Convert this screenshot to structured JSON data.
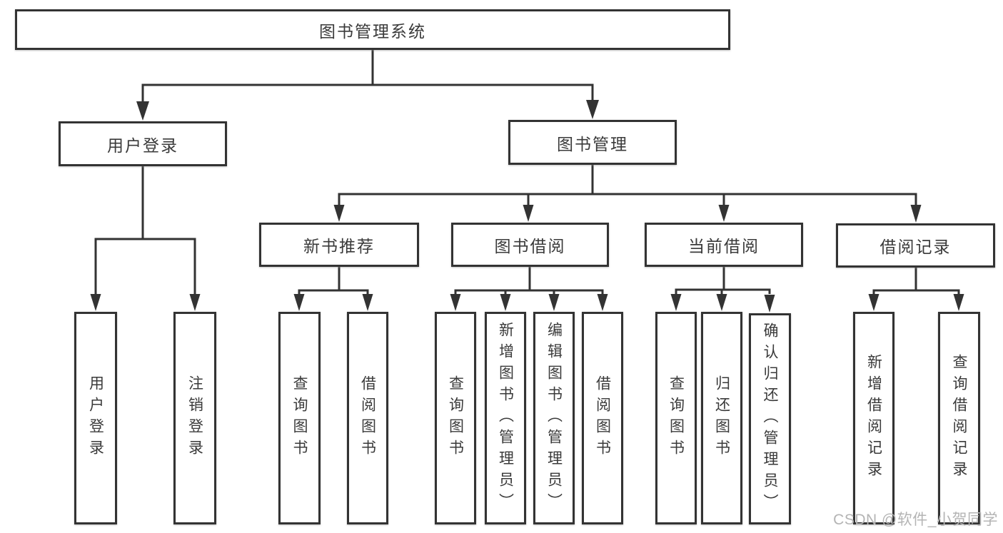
{
  "tree": {
    "label": "图书管理系统",
    "children": [
      {
        "label": "用户登录",
        "children": [
          {
            "label": "用户登录"
          },
          {
            "label": "注销登录"
          }
        ]
      },
      {
        "label": "图书管理",
        "children": [
          {
            "label": "新书推荐",
            "children": [
              {
                "label": "查询图书"
              },
              {
                "label": "借阅图书"
              }
            ]
          },
          {
            "label": "图书借阅",
            "children": [
              {
                "label": "查询图书"
              },
              {
                "label": "新增图书（管理员）"
              },
              {
                "label": "编辑图书（管理员）"
              },
              {
                "label": "借阅图书"
              }
            ]
          },
          {
            "label": "当前借阅",
            "children": [
              {
                "label": "查询图书"
              },
              {
                "label": "归还图书"
              },
              {
                "label": "确认归还（管理员）"
              }
            ]
          },
          {
            "label": "借阅记录",
            "children": [
              {
                "label": "新增借阅记录"
              },
              {
                "label": "查询借阅记录"
              }
            ]
          }
        ]
      }
    ]
  },
  "watermark": "CSDN @软件_小贺同学",
  "colors": {
    "line": "#333333",
    "box_border": "#333333",
    "text": "#3a3a3a",
    "background": "#ffffff",
    "watermark": "#b4b4b4"
  }
}
